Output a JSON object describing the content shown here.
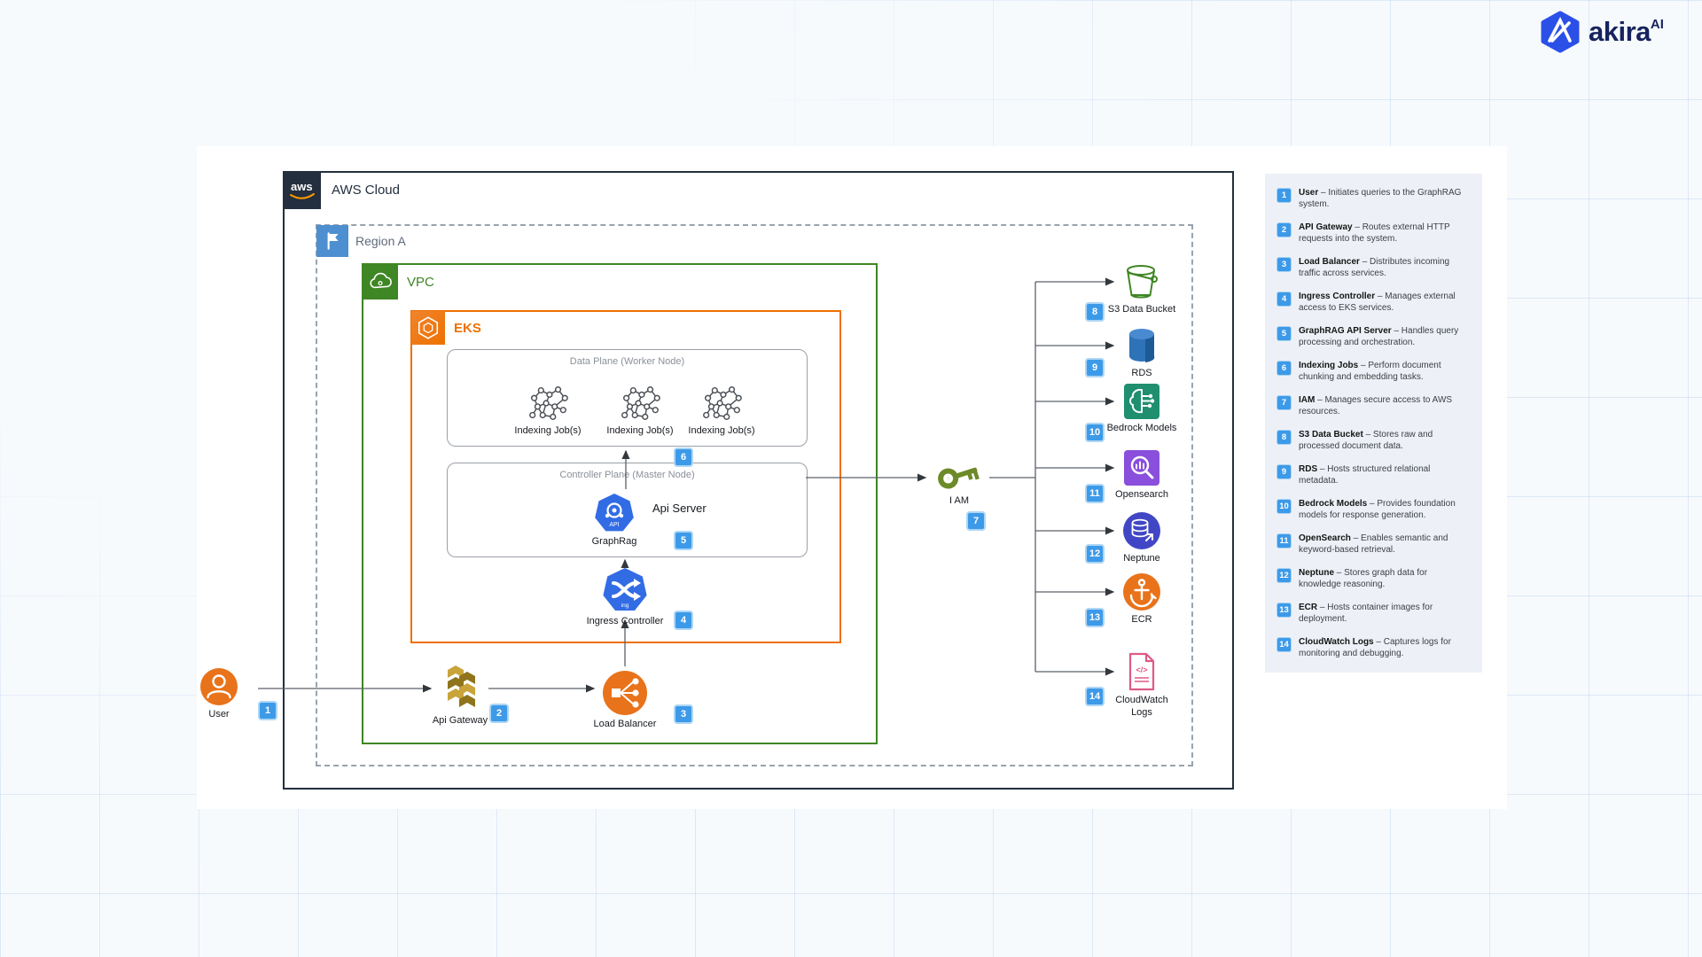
{
  "brand": {
    "name": "akira",
    "sup": "AI"
  },
  "colors": {
    "page_bg": "#f7fafc",
    "aws_dark": "#232f3e",
    "region_blue": "#4d8fd1",
    "vpc_green": "#3f8624",
    "eks_orange": "#ed7100",
    "k8s_blue": "#326ce5",
    "badge_blue": "#3d9ae8",
    "legend_bg": "#edf1f7",
    "logo_blue": "#2b50e8",
    "logo_text": "#16235d",
    "user_orange": "#e8731a",
    "iam_olive": "#6d8a28",
    "rds_blue": "#2e73b8",
    "bedrock_teal": "#1f8f6f",
    "opensearch_purple": "#8a4fdc",
    "neptune_indigo": "#4147c4",
    "cloudwatch_pink": "#dd5a87"
  },
  "diagram": {
    "aws_cloud_label": "AWS Cloud",
    "region_label": "Region A",
    "vpc_label": "VPC",
    "eks_label": "EKS",
    "data_plane_title": "Data Plane (Worker Node)",
    "controller_plane_title": "Controller Plane (Master Node)",
    "nodes": {
      "user": {
        "label": "User",
        "badge": "1"
      },
      "api_gateway": {
        "label": "Api Gateway",
        "badge": "2"
      },
      "load_balancer": {
        "label": "Load Balancer",
        "badge": "3"
      },
      "ingress": {
        "label": "Ingress Controller",
        "badge": "4"
      },
      "graphrag": {
        "label": "GraphRag",
        "badge": "5"
      },
      "api_server": {
        "label": "Api Server"
      },
      "indexing": {
        "label": "Indexing Job(s)",
        "badge": "6"
      },
      "iam": {
        "label": "I AM",
        "badge": "7"
      }
    },
    "services": [
      {
        "label": "S3 Data Bucket",
        "badge": "8"
      },
      {
        "label": "RDS",
        "badge": "9"
      },
      {
        "label": "Bedrock Models",
        "badge": "10"
      },
      {
        "label": "Opensearch",
        "badge": "11"
      },
      {
        "label": "Neptune",
        "badge": "12"
      },
      {
        "label": "ECR",
        "badge": "13"
      },
      {
        "label": "CloudWatch Logs",
        "badge": "14"
      }
    ]
  },
  "legend": {
    "items": [
      {
        "num": "1",
        "name": "User",
        "desc": "– Initiates queries to the GraphRAG system."
      },
      {
        "num": "2",
        "name": "API Gateway",
        "desc": "– Routes external HTTP requests into the system."
      },
      {
        "num": "3",
        "name": "Load Balancer",
        "desc": "– Distributes incoming traffic across services."
      },
      {
        "num": "4",
        "name": "Ingress Controller",
        "desc": "– Manages external access to EKS services."
      },
      {
        "num": "5",
        "name": "GraphRAG API Server",
        "desc": "– Handles query processing and orchestration."
      },
      {
        "num": "6",
        "name": "Indexing Jobs",
        "desc": "– Perform document chunking and embedding tasks."
      },
      {
        "num": "7",
        "name": "IAM",
        "desc": "– Manages secure access to AWS resources."
      },
      {
        "num": "8",
        "name": "S3 Data Bucket",
        "desc": "– Stores raw and processed document data."
      },
      {
        "num": "9",
        "name": "RDS",
        "desc": "– Hosts structured relational metadata."
      },
      {
        "num": "10",
        "name": "Bedrock Models",
        "desc": "– Provides foundation models for response generation."
      },
      {
        "num": "11",
        "name": "OpenSearch",
        "desc": "– Enables semantic and keyword-based retrieval."
      },
      {
        "num": "12",
        "name": "Neptune",
        "desc": "– Stores graph data for knowledge reasoning."
      },
      {
        "num": "13",
        "name": "ECR",
        "desc": "– Hosts container images for deployment."
      },
      {
        "num": "14",
        "name": "CloudWatch Logs",
        "desc": "– Captures logs for monitoring and debugging."
      }
    ]
  }
}
